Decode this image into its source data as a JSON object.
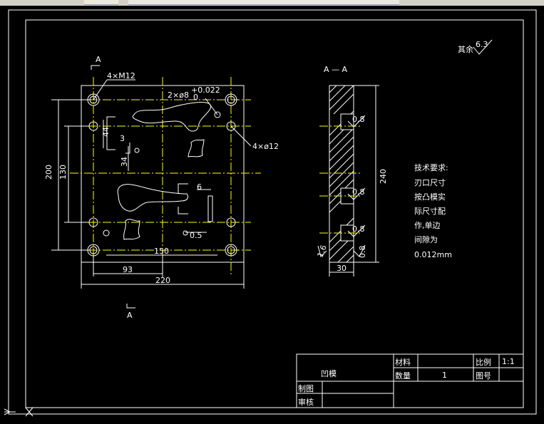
{
  "section": {
    "label_top": "A",
    "label_bottom": "A",
    "view_title": "A — A"
  },
  "plan_view": {
    "dims": {
      "overall_width": "220",
      "holes_spacing_x": "150",
      "offset_93": "93",
      "overall_height": "200",
      "holes_spacing_y": "130",
      "dim_44": "44",
      "dim_3": "3",
      "dim_34": "34",
      "dim_6": "6",
      "dim_0_5": "0.5"
    },
    "callouts": {
      "threaded_holes": "4×M12",
      "dowel_holes": "2×ø8",
      "dowel_tolerance": "+0.022",
      "dowel_tolerance_lower": "0",
      "clearance_holes": "4×ø12"
    }
  },
  "section_view": {
    "dims": {
      "height": "240",
      "thickness": "30",
      "roughness_0_8_a": "0.8",
      "roughness_0_8_b": "0.8",
      "roughness_0_8_c": "0.8",
      "roughness_0_8_d": "0.8",
      "roughness_1_6": "1.6"
    }
  },
  "surface_finish": {
    "prefix": "其余",
    "value": "6.3"
  },
  "notes": {
    "lines": [
      "技术要求:",
      "刃口尺寸",
      "按凸模实",
      "际尺寸配",
      "作,单边",
      "间隙为",
      "0.012mm"
    ]
  },
  "title_block": {
    "part_name": "凹模",
    "material_label": "材料",
    "quantity_label": "数量",
    "quantity_value": "1",
    "scale_label": "比例",
    "scale_value": "1:1",
    "drawing_no_label": "图号",
    "drawn_by_label": "制图",
    "checked_by_label": "审核"
  },
  "colors": {
    "background": "#000000",
    "lines": "#ffffff",
    "centerlines": "#ffff00"
  },
  "icons": {
    "ucs": "ucs-axis-icon"
  }
}
